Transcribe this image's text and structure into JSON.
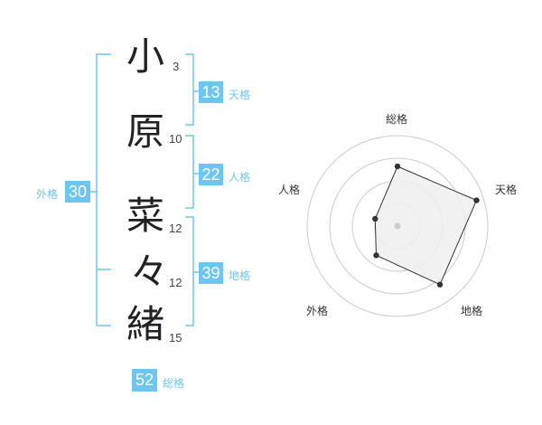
{
  "name": {
    "chars": [
      {
        "char": "小",
        "strokes": "3"
      },
      {
        "char": "原",
        "strokes": "10"
      },
      {
        "char": "菜",
        "strokes": "12"
      },
      {
        "char": "々",
        "strokes": "12"
      },
      {
        "char": "緒",
        "strokes": "15"
      }
    ]
  },
  "fortune": {
    "tenkaku": {
      "value": "13",
      "label": "天格"
    },
    "jinkaku": {
      "value": "22",
      "label": "人格"
    },
    "chikaku": {
      "value": "39",
      "label": "地格"
    },
    "gaikaku": {
      "value": "30",
      "label": "外格"
    },
    "soukaku": {
      "value": "52",
      "label": "総格"
    }
  },
  "colors": {
    "accent": "#6ec6f0",
    "bracket": "#6ec6f0",
    "radar_fill": "#eeeeee",
    "radar_stroke": "#333333",
    "grid": "#cccccc"
  },
  "chart_data": {
    "type": "radar",
    "axes": [
      "総格",
      "天格",
      "地格",
      "外格",
      "人格"
    ],
    "values": [
      0.66,
      0.92,
      0.8,
      0.4,
      0.26
    ],
    "rings": 4
  }
}
